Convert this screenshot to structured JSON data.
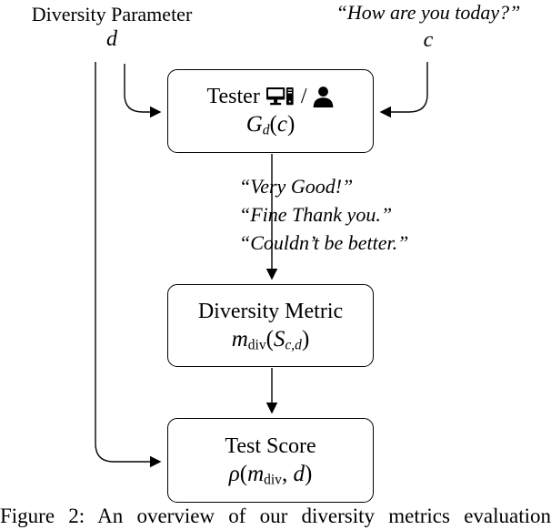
{
  "diagram": {
    "top_left": {
      "label": "Diversity Parameter",
      "symbol": "d"
    },
    "top_right": {
      "label": "“How are you today?”",
      "symbol": "c"
    },
    "tester_box": {
      "title": "Tester",
      "separator": "/",
      "formula": {
        "base": "G",
        "sub": "d",
        "open": "(",
        "arg": "c",
        "close": ")"
      }
    },
    "responses": [
      "“Very Good!”",
      "“Fine Thank you.”",
      "“Couldn’t be better.”"
    ],
    "metric_box": {
      "title": "Diversity Metric",
      "formula": {
        "base": "m",
        "sub": "div",
        "open": "(",
        "set": "S",
        "set_sub": "c,d",
        "close": ")"
      }
    },
    "score_box": {
      "title": "Test Score",
      "formula": {
        "rho": "ρ",
        "open": "(",
        "arg1": "m",
        "arg1_sub": "div",
        "comma": ", ",
        "arg2": "d",
        "close": ")"
      }
    },
    "icons": {
      "computer": "desktop-computer-icon",
      "person": "person-icon"
    },
    "colors": {
      "ink": "#000000",
      "background": "#ffffff"
    }
  },
  "caption": {
    "text": "Figure 2: An overview of our diversity metrics evaluation"
  }
}
